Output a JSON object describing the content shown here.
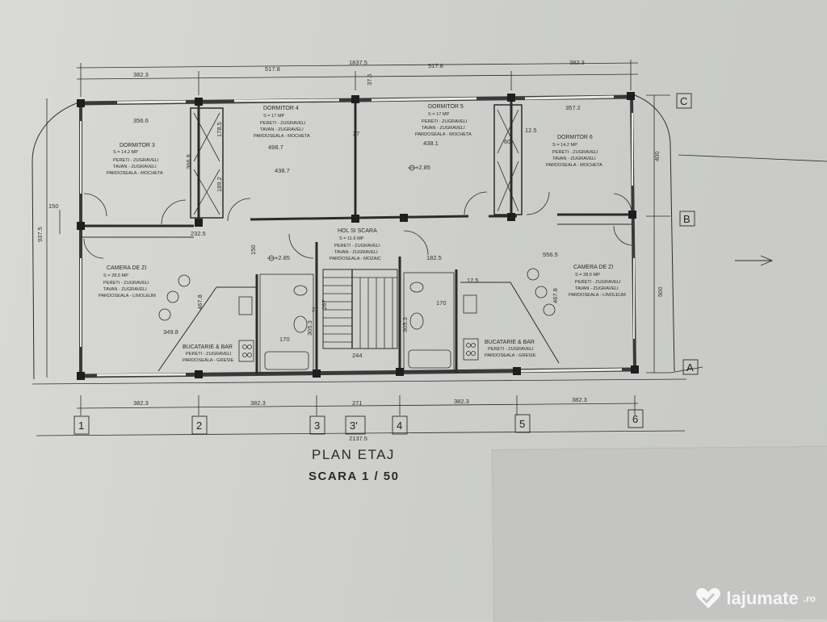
{
  "drawing": {
    "title": "PLAN ETAJ",
    "scale": "SCARA 1 / 50",
    "axes_bottom": [
      "1",
      "2",
      "3",
      "3'",
      "4",
      "5",
      "6"
    ],
    "axes_right": [
      "C",
      "B",
      "A"
    ],
    "dims_top": {
      "total": "1837.5",
      "segments": [
        "382.3",
        "517.8",
        "517.8",
        "382.3"
      ]
    },
    "dims_bottom": {
      "total": "2137.5",
      "segments": [
        "382.3",
        "382.3",
        "271",
        "382.3",
        "382.3"
      ],
      "inner": "244"
    },
    "dims_left": {
      "total": "937.5",
      "mid": "150"
    },
    "dims_right": {
      "upper": "400",
      "lower": "500"
    },
    "dims_misc": {
      "d_37_5": "37.5",
      "d_27": "27",
      "d_12_5": "12.5",
      "d_60": "60",
      "d_357_2": "357.2",
      "d_356_6": "356.6",
      "d_178_5": "178.5",
      "d_366_8": "366.8",
      "d_189_2": "189.2",
      "d_498_7": "498.7",
      "d_438_7": "438.7",
      "d_438_1": "438.1",
      "d_232_5": "232.5",
      "d_150": "150",
      "d_182_5": "182.5",
      "d_556_5": "556.5",
      "d_170a": "170",
      "d_170b": "170",
      "d_305_3a": "305.3",
      "d_305_3b": "305.3",
      "d_349_8": "349.8",
      "d_467_8a": "467.8",
      "d_467_8b": "467.8",
      "d_12_5b": "12.5",
      "d_27b": "27",
      "d_267": "267"
    },
    "levels": {
      "left": "+2.85",
      "center": "+2.85"
    },
    "rooms": {
      "d3": {
        "name": "DORMITOR 3",
        "area": "S = 14.2 MP",
        "l1": "PERETI - ZUGRAVELI",
        "l2": "TAVAN - ZUGRAVELI",
        "l3": "PARDOSEALA - MOCHETA"
      },
      "d4": {
        "name": "DORMITOR 4",
        "area": "S = 17 MP",
        "l1": "PERETI - ZUGRAVELI",
        "l2": "TAVAN - ZUGRAVELI",
        "l3": "PARDOSEALA - MOCHETA"
      },
      "d5": {
        "name": "DORMITOR 5",
        "area": "S = 17 MP",
        "l1": "PERETI - ZUGRAVELI",
        "l2": "TAVAN - ZUGRAVELI",
        "l3": "PARDOSEALA - MOCHETA"
      },
      "d6": {
        "name": "DORMITOR 6",
        "area": "S = 14.2 MP",
        "l1": "PERETI - ZUGRAVELI",
        "l2": "TAVAN - ZUGRAVELI",
        "l3": "PARDOSEALA - MOCHETA"
      },
      "hol": {
        "name": "HOL SI SCARA",
        "area": "S = 11.6 MP",
        "l1": "PERETI - ZUGRAVELI",
        "l2": "TAVAN - ZUGRAVELI",
        "l3": "PARDOSEALA - MOZAIC"
      },
      "cz_l": {
        "name": "CAMERA DE ZI",
        "area": "S = 28.5 MP",
        "l1": "PERETI - ZUGRAVELI",
        "l2": "TAVAN - ZUGRAVELI",
        "l3": "PARDOSEALA - LINOLEUM"
      },
      "cz_r": {
        "name": "CAMERA DE ZI",
        "area": "S = 28.5 MP",
        "l1": "PERETI - ZUGRAVELI",
        "l2": "TAVAN - ZUGRAVELI",
        "l3": "PARDOSEALA - LINOLEUM"
      },
      "bk_l": {
        "name": "BUCATARIE & BAR",
        "l1": "PERETI - ZUGRAVELI",
        "l2": "PARDOSEALA - GRESIE"
      },
      "bk_r": {
        "name": "BUCATARIE & BAR",
        "l1": "PERETI - ZUGRAVELI",
        "l2": "PARDOSEALA - GRESIE"
      }
    }
  },
  "watermark": {
    "brand": "lajumate",
    "tld": ".ro",
    "icon": "heart-check-icon"
  },
  "colors": {
    "line": "#2b2b2b",
    "paper": "#d6d7d3",
    "brand": "#ffffff"
  }
}
